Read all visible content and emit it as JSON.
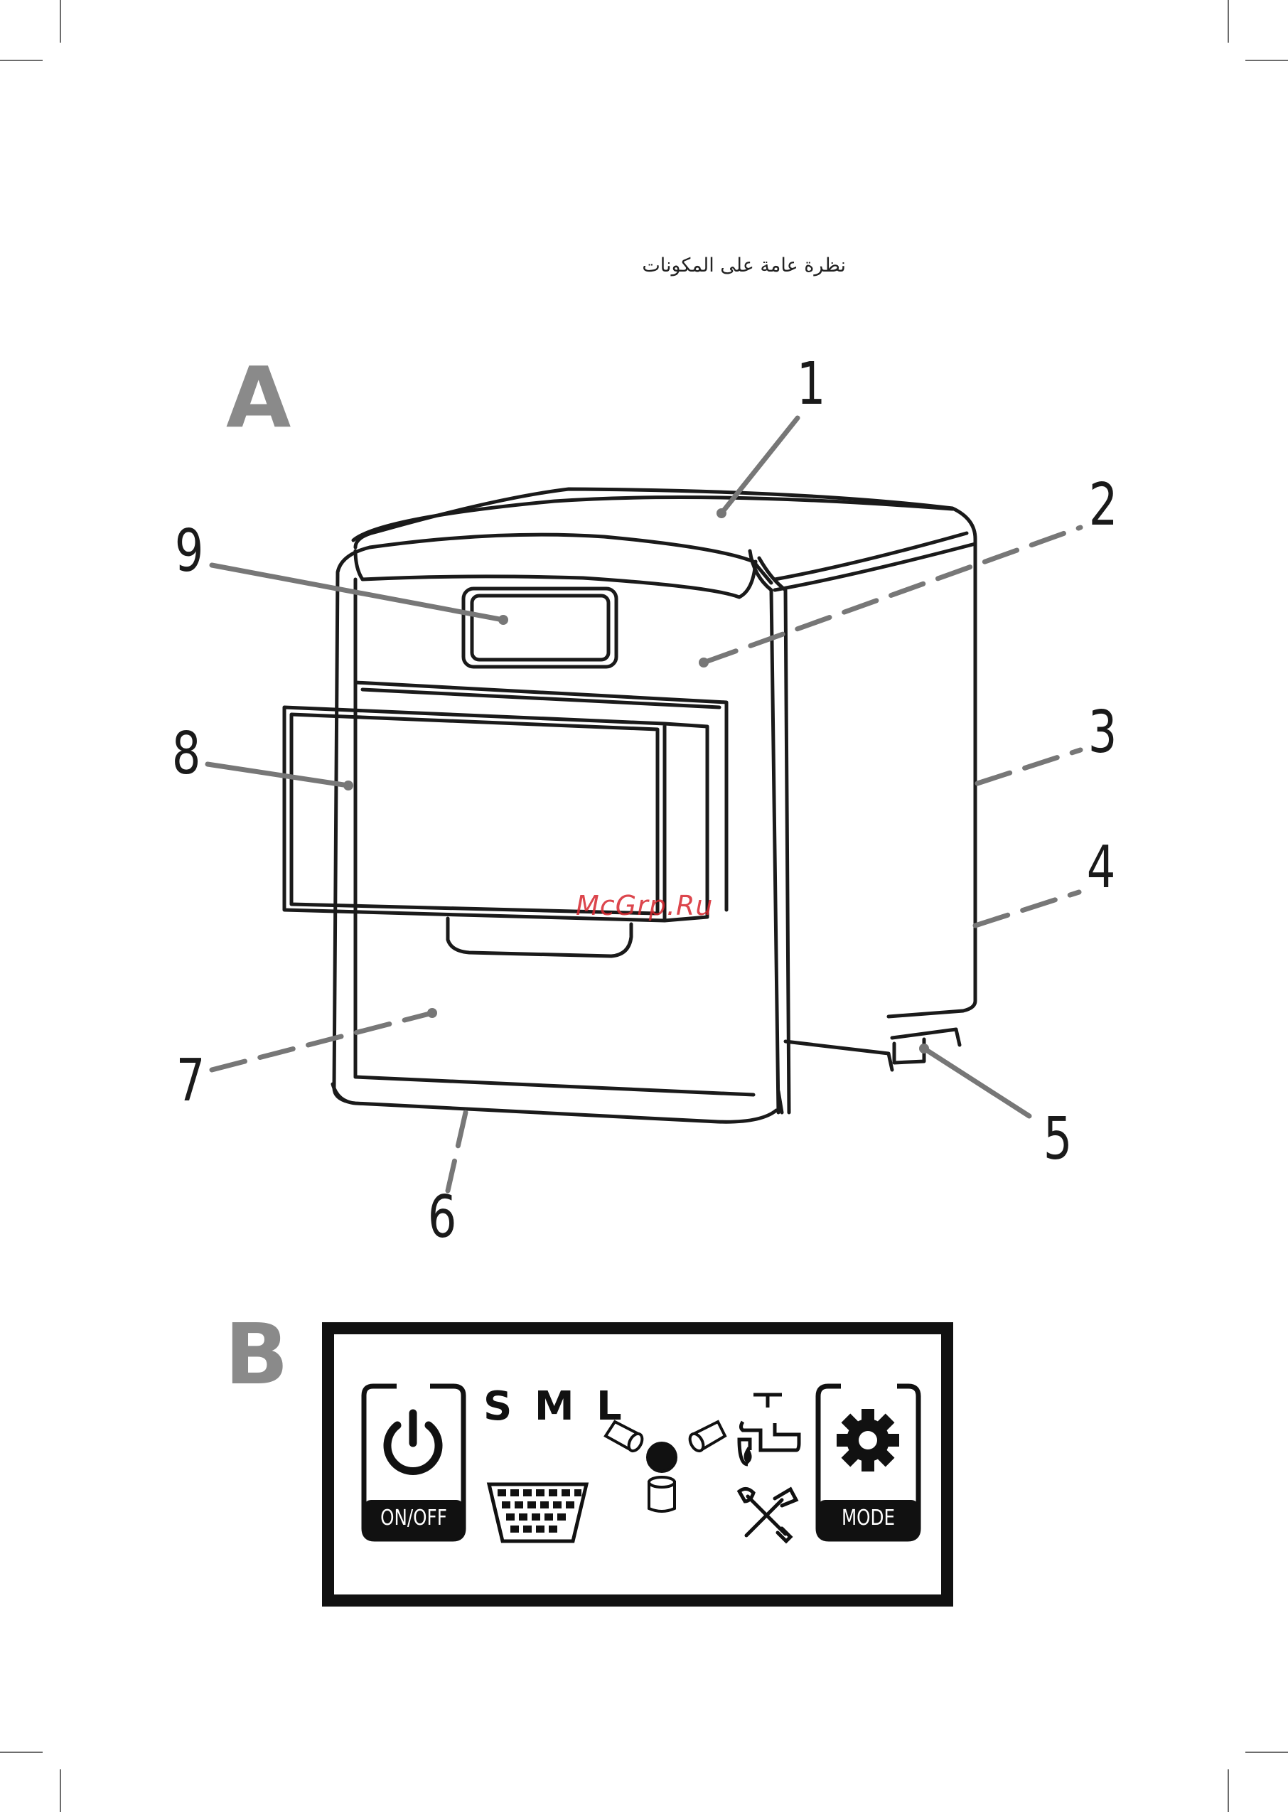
{
  "heading": "نظرة عامة على المكونات",
  "figure_a": {
    "label": "A",
    "callouts": [
      "1",
      "2",
      "3",
      "4",
      "5",
      "6",
      "7",
      "8",
      "9"
    ]
  },
  "figure_b": {
    "label": "B",
    "sizes_label": "S M L",
    "onoff_label": "ON/OFF",
    "mode_label": "MODE"
  },
  "watermark": "McGrp.Ru"
}
